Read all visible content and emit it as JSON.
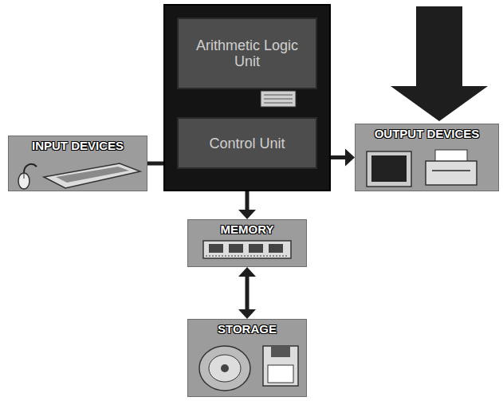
{
  "diagram": {
    "nodes": [
      {
        "text": []
      },
      {
        "text": [
          "Arithmetic Logic Unit"
        ],
        "in": 0
      },
      {
        "text": [
          "Control Unit"
        ],
        "in": 0
      },
      {
        "text": [
          "INPUT DEVICES"
        ]
      },
      {
        "text": [
          "OUTPUT DEVICES"
        ]
      },
      {
        "text": [
          "MEMORY"
        ]
      },
      {
        "text": [
          "STORAGE"
        ]
      }
    ],
    "edges": [
      {
        "from": 3,
        "to": 0,
        "arrow": "none"
      },
      {
        "from": 0,
        "to": 4,
        "arrow": "to"
      },
      {
        "from": 0,
        "to": 5,
        "arrow": "to"
      },
      {
        "from": 5,
        "to": 6,
        "arrow": "both"
      }
    ]
  }
}
